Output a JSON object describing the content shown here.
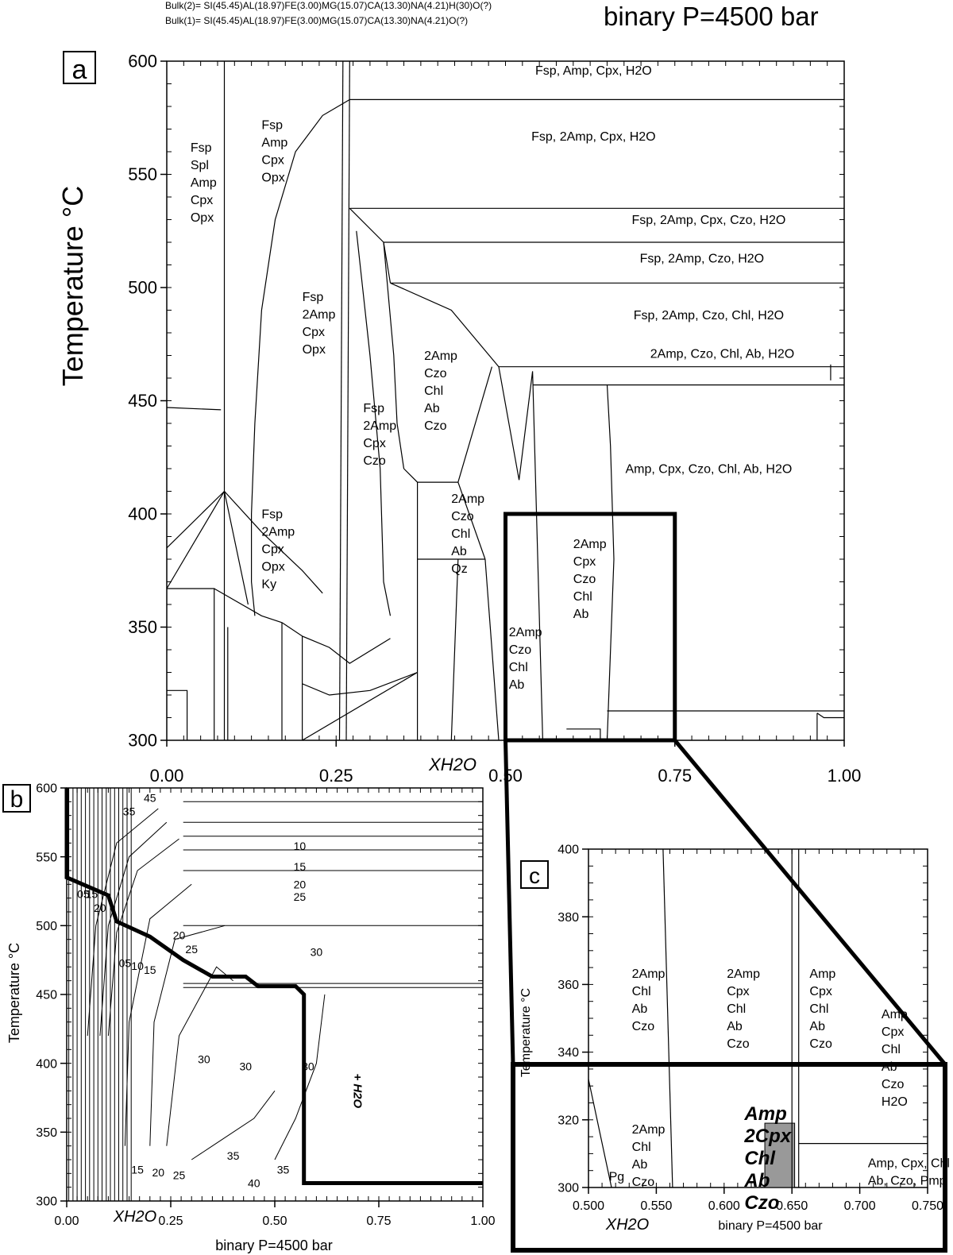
{
  "header": {
    "bulk2": "Bulk(2)= SI(45.45)AL(18.97)FE(3.00)MG(15.07)CA(13.30)NA(4.21)H(30)O(?)",
    "bulk1": "Bulk(1)= SI(45.45)AL(18.97)FE(3.00)MG(15.07)CA(13.30)NA(4.21)O(?)",
    "title": "binary P=4500 bar"
  },
  "chart_data": [
    {
      "panel": "a",
      "type": "phase-diagram",
      "xlabel": "XH2O",
      "ylabel": "Temperature °C",
      "xlim": [
        0,
        1
      ],
      "ylim": [
        300,
        600
      ],
      "xticks": [
        "0.00",
        "0.25",
        "0.50",
        "0.75",
        "1.00"
      ],
      "yticks": [
        "300",
        "350",
        "400",
        "450",
        "500",
        "550",
        "600"
      ],
      "fields": [
        {
          "label": "Fsp, Amp, Cpx, H2O",
          "x": 0.63,
          "y": 594
        },
        {
          "label": "Fsp, 2Amp, Cpx, H2O",
          "x": 0.63,
          "y": 565
        },
        {
          "label": "Fsp, 2Amp, Cpx, Czo, H2O",
          "x": 0.8,
          "y": 528
        },
        {
          "label": "Fsp, 2Amp, Czo, H2O",
          "x": 0.79,
          "y": 511
        },
        {
          "label": "Fsp, 2Amp, Czo, Chl, H2O",
          "x": 0.8,
          "y": 486
        },
        {
          "label": "2Amp, Czo, Chl, Ab, H2O",
          "x": 0.82,
          "y": 469
        },
        {
          "label": "Amp, Cpx, Czo, Chl, Ab, H2O",
          "x": 0.8,
          "y": 418
        },
        {
          "label": "Fsp\nSpl\nAmp\nCpx\nOpx",
          "x": 0.035,
          "y": 560
        },
        {
          "label": "Fsp\nAmp\nCpx\nOpx",
          "x": 0.14,
          "y": 570
        },
        {
          "label": "Fsp\n2Amp\nCpx\nOpx",
          "x": 0.2,
          "y": 494
        },
        {
          "label": "Fsp\n2Amp\nCpx\nCzo",
          "x": 0.29,
          "y": 445
        },
        {
          "label": "2Amp\nCzo\nChl\nAb\nCzo",
          "x": 0.38,
          "y": 468
        },
        {
          "label": "2Amp\nCzo\nChl\nAb\nQz",
          "x": 0.42,
          "y": 405
        },
        {
          "label": "Fsp\n2Amp\nCpx\nOpx\nKy",
          "x": 0.14,
          "y": 398
        },
        {
          "label": "2Amp\nCpx\nCzo\nChl\nAb",
          "x": 0.6,
          "y": 385
        },
        {
          "label": "2Amp\nCzo\nChl\nAb",
          "x": 0.505,
          "y": 346
        }
      ],
      "annotations": [
        "a"
      ]
    },
    {
      "panel": "b",
      "type": "contour",
      "xlabel": "XH2O",
      "xlabel2": "binary P=4500 bar",
      "ylabel": "Temperature °C",
      "xlim": [
        0,
        1
      ],
      "ylim": [
        300,
        600
      ],
      "xticks": [
        "0.00",
        "0.25",
        "0.50",
        "0.75",
        "1.00"
      ],
      "yticks": [
        "300",
        "350",
        "400",
        "450",
        "500",
        "550",
        "600"
      ],
      "contour_labels": [
        "05",
        "15",
        "20",
        "35",
        "45",
        "10",
        "15",
        "20",
        "25",
        "30",
        "05",
        "10",
        "15",
        "20",
        "25",
        "30",
        "30",
        "30",
        "35",
        "35",
        "40",
        "15",
        "20",
        "25"
      ],
      "boundary_label": "+ H2O",
      "saturation_boundary": [
        {
          "x": 0.0,
          "y": 600
        },
        {
          "x": 0.0,
          "y": 535
        },
        {
          "x": 0.1,
          "y": 522
        },
        {
          "x": 0.12,
          "y": 503
        },
        {
          "x": 0.2,
          "y": 492
        },
        {
          "x": 0.28,
          "y": 475
        },
        {
          "x": 0.35,
          "y": 463
        },
        {
          "x": 0.43,
          "y": 463
        },
        {
          "x": 0.46,
          "y": 456
        },
        {
          "x": 0.55,
          "y": 456
        },
        {
          "x": 0.57,
          "y": 450
        },
        {
          "x": 0.57,
          "y": 313
        },
        {
          "x": 1.0,
          "y": 313
        }
      ],
      "annotations": [
        "b"
      ]
    },
    {
      "panel": "c",
      "type": "phase-diagram",
      "xlabel": "XH2O",
      "xlabel2": "binary P=4500 bar",
      "ylabel": "Temperature °C",
      "xlim": [
        0.5,
        0.75
      ],
      "ylim": [
        300,
        400
      ],
      "xticks": [
        "0.500",
        "0.550",
        "0.600",
        "0.650",
        "0.700",
        "0.750"
      ],
      "yticks": [
        "300",
        "320",
        "340",
        "360",
        "380",
        "400"
      ],
      "fields": [
        {
          "label": "2Amp\nChl\nAb\nCzo",
          "x": 0.532,
          "y": 362
        },
        {
          "label": "2Amp\nCpx\nChl\nAb\nCzo",
          "x": 0.602,
          "y": 362
        },
        {
          "label": "Amp\nCpx\nChl\nAb\nCzo",
          "x": 0.663,
          "y": 362
        },
        {
          "label": "Amp\nCpx\nChl\nAb\nCzo\nH2O",
          "x": 0.716,
          "y": 350
        },
        {
          "label": "2Amp\nChl\nAb\nCzo",
          "x": 0.532,
          "y": 316
        },
        {
          "label": "Amp, Cpx, Chl\nAb, Czo, Pmp",
          "x": 0.706,
          "y": 306
        },
        {
          "label": "Amp\n2Cpx\nChl\nAb\nCzo",
          "x": 0.615,
          "y": 320
        },
        {
          "label": "Pg",
          "x": 0.515,
          "y": 302
        }
      ],
      "shaded_field": {
        "label": "Amp 2Cpx Chl Ab Czo",
        "x": [
          0.63,
          0.652
        ],
        "y": [
          300,
          319
        ]
      },
      "annotations": [
        "c"
      ]
    }
  ]
}
